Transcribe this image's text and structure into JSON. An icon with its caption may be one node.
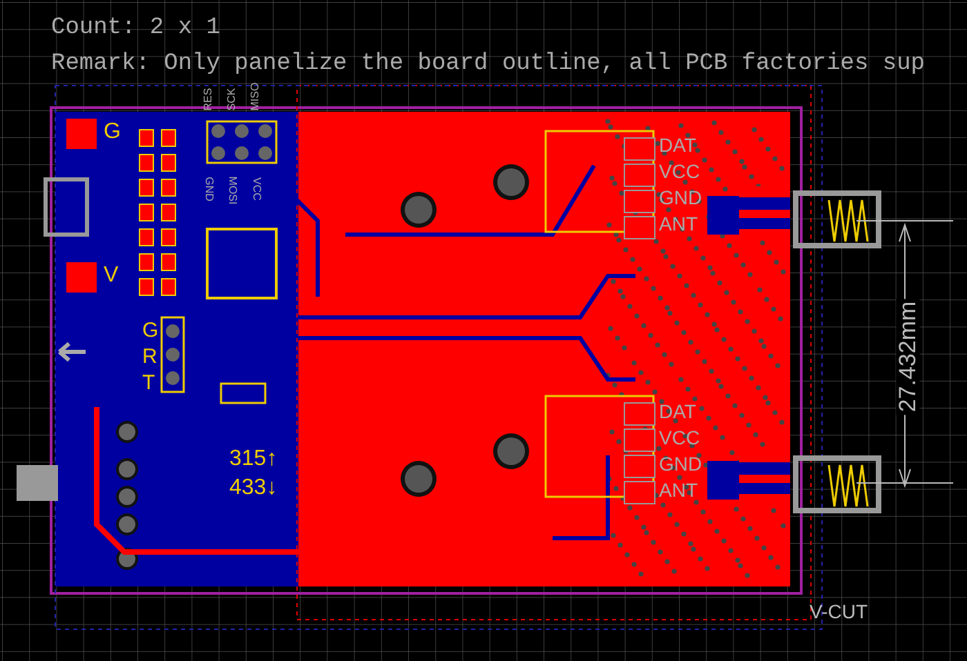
{
  "diagram": {
    "labels": [
      "Count: 2 x 1",
      "Remark: Only panelize the board outline, all PCB factories sup",
      "RES",
      "SCK",
      "MISO",
      "G",
      "GND",
      "MOSI",
      "VCC",
      "V",
      "G",
      "R",
      "T",
      "DAT",
      "VCC",
      "GND",
      "ANT",
      "27.432mm",
      "315↑",
      "433↓",
      "DAT",
      "VCC",
      "GND",
      "ANT",
      "V-CUT"
    ]
  }
}
